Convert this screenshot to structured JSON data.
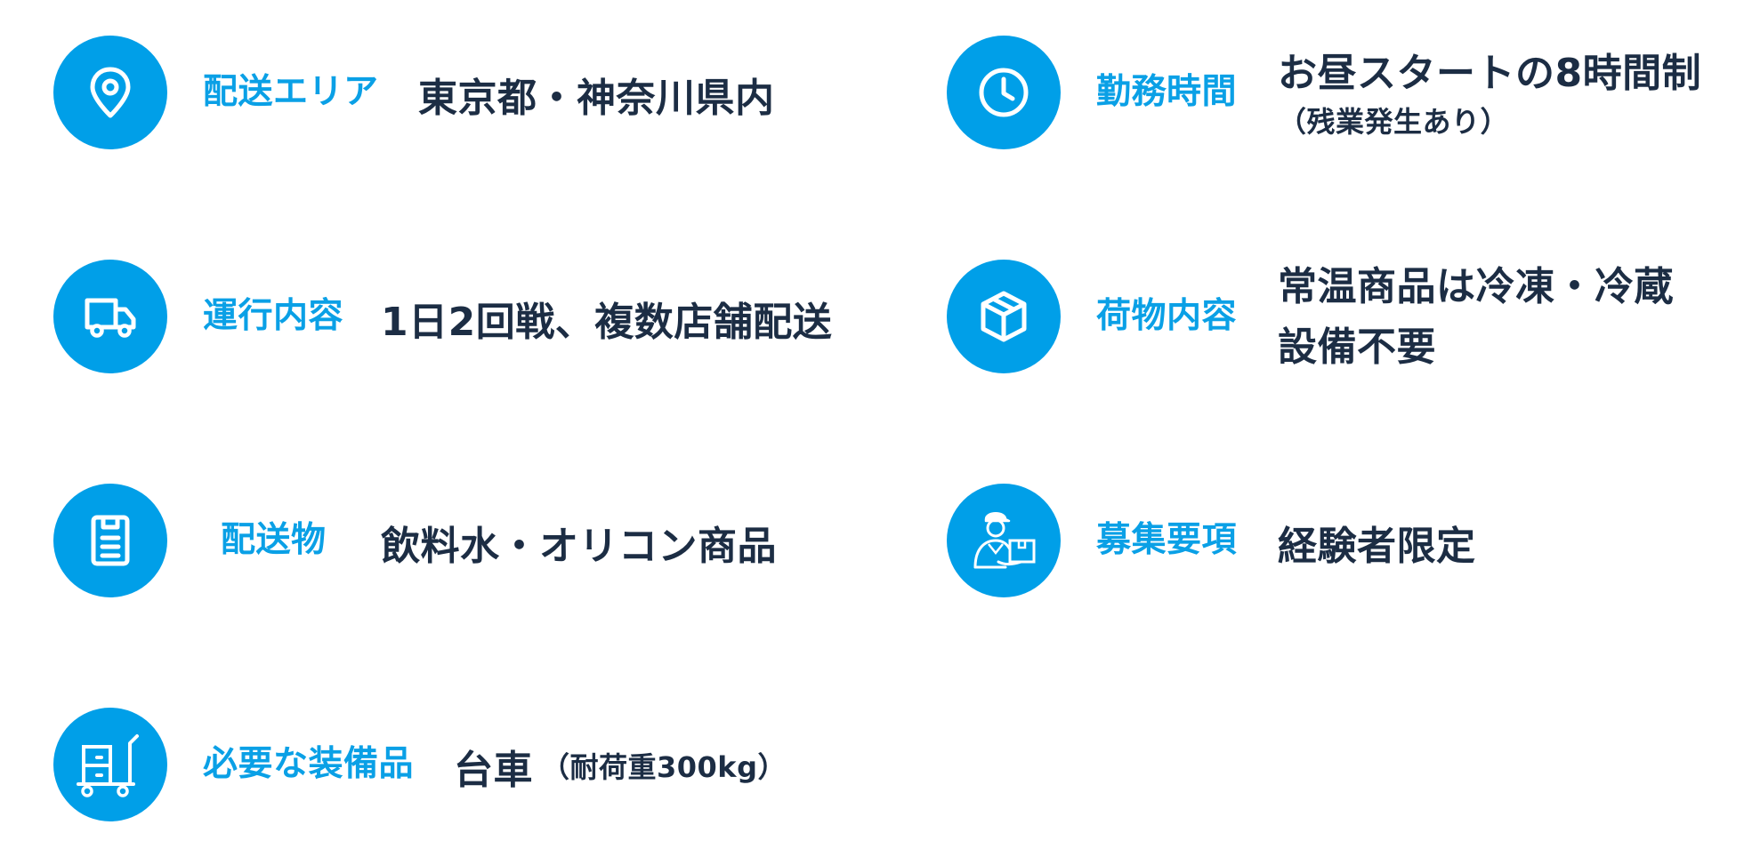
{
  "items": [
    {
      "icon": "location-pin-icon",
      "label": "配送エリア",
      "value": "東京都・神奈川県内"
    },
    {
      "icon": "clock-icon",
      "label": "勤務時間",
      "value": "お昼スタートの8時間制",
      "note": "（残業発生あり）"
    },
    {
      "icon": "truck-icon",
      "label": "運行内容",
      "value": "1日2回戦、複数店舗配送"
    },
    {
      "icon": "package-box-icon",
      "label": "荷物内容",
      "value": "常温商品は冷凍・冷蔵",
      "value_line2": "設備不要"
    },
    {
      "icon": "clipboard-icon",
      "label": "配送物",
      "value": "飲料水・オリコン商品"
    },
    {
      "icon": "delivery-worker-icon",
      "label": "募集要項",
      "value": "経験者限定"
    },
    {
      "icon": "hand-cart-icon",
      "label": "必要な装備品",
      "value": "台車",
      "note": "（耐荷重300kg）"
    }
  ],
  "colors": {
    "accent": "#009fe8",
    "label": "#0aa0e6",
    "text": "#1c2d44"
  }
}
